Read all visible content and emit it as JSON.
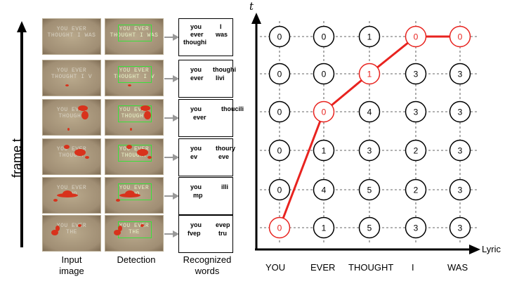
{
  "frame_axis_label": "frame t",
  "time_axis_label": "t",
  "lyric_axis_label": "Lyric",
  "column_labels": {
    "input": [
      "Input",
      "image"
    ],
    "detection": [
      "Detection"
    ],
    "recognized": [
      "Recognized",
      "words"
    ]
  },
  "frames": [
    {
      "caption": [
        "YOU EVER",
        "THOUGHT I WAS"
      ],
      "words": [
        "you",
        "I",
        "ever",
        "was",
        "thoughi"
      ]
    },
    {
      "caption": [
        "YOU EVER",
        "THOUGHT I V"
      ],
      "words": [
        "you",
        "thoughi",
        "ever",
        "livi"
      ]
    },
    {
      "caption": [
        "YOU EVER",
        "THOUGHT"
      ],
      "words": [
        "you",
        "thoucili",
        "ever"
      ]
    },
    {
      "caption": [
        "YOU EVER",
        "THOUGHT"
      ],
      "words": [
        "you",
        "thoury",
        "ev",
        "eve"
      ]
    },
    {
      "caption": [
        "YOU EVER",
        "THO"
      ],
      "words": [
        "you",
        "illi",
        "mp"
      ]
    },
    {
      "caption": [
        "YOU EVER",
        "THE"
      ],
      "words": [
        "you",
        "evep",
        "fvep",
        "tru"
      ]
    }
  ],
  "lyrics": [
    "YOU",
    "EVER",
    "THOUGHT",
    "I",
    "WAS"
  ],
  "grid_values": [
    [
      "0",
      "0",
      "1",
      "0",
      "0"
    ],
    [
      "0",
      "0",
      "1",
      "3",
      "3"
    ],
    [
      "0",
      "0",
      "4",
      "3",
      "3"
    ],
    [
      "0",
      "1",
      "3",
      "2",
      "3"
    ],
    [
      "0",
      "4",
      "5",
      "2",
      "3"
    ],
    [
      "0",
      "1",
      "5",
      "3",
      "3"
    ]
  ],
  "optimal_path": [
    [
      5,
      0
    ],
    [
      2,
      1
    ],
    [
      1,
      2
    ],
    [
      0,
      3
    ],
    [
      0,
      4
    ]
  ],
  "colors": {
    "path": "#e8231f",
    "detection": "#38e13a",
    "thumb_bg": "#a08e74",
    "splash": "#d8321c"
  }
}
